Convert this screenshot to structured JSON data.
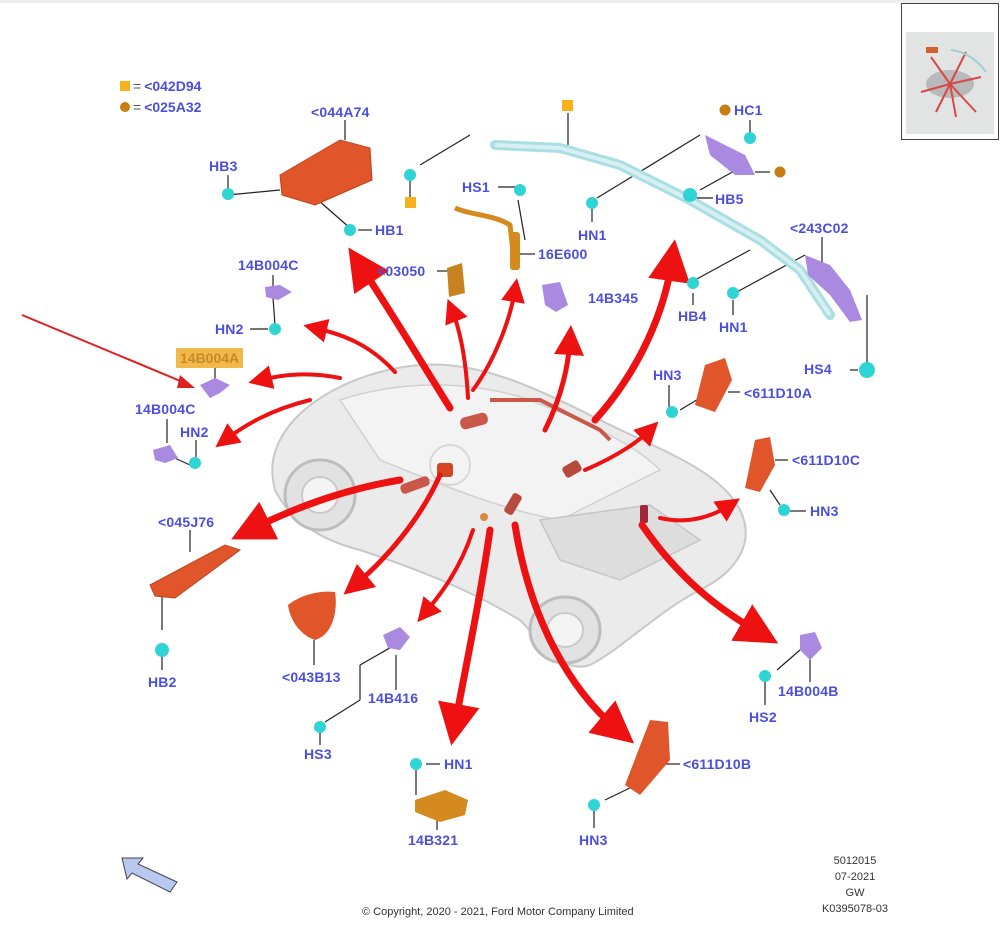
{
  "legend": [
    {
      "shape": "square",
      "color": "#f7b21b",
      "equals": "=",
      "code": "<042D94"
    },
    {
      "shape": "circle",
      "color": "#c87c14",
      "equals": "=",
      "code": "<025A32"
    }
  ],
  "labels": {
    "l044A74": "<044A74",
    "hb3": "HB3",
    "hb1": "HB1",
    "hs1": "HS1",
    "e16600": "16E600",
    "l03050": "<03050",
    "l14B345": "14B345",
    "hn1_top": "HN1",
    "hc1": "HC1",
    "hb5": "HB5",
    "l243C02": "<243C02",
    "hb4": "HB4",
    "hn1_right": "HN1",
    "hs4": "HS4",
    "l14B004C_top": "14B004C",
    "hn2_top": "HN2",
    "l14B004A": "14B004A",
    "l14B004C_bottom": "14B004C",
    "hn2_bottom": "HN2",
    "hn3_a": "HN3",
    "l611D10A": "<611D10A",
    "l611D10C": "<611D10C",
    "hn3_c": "HN3",
    "l045J76": "<045J76",
    "hb2": "HB2",
    "l043B13": "<043B13",
    "l14B416": "14B416",
    "hs3": "HS3",
    "hn1_bottom": "HN1",
    "l14B321": "14B321",
    "l611D10B": "<611D10B",
    "hn3_b": "HN3",
    "l14B004B": "14B004B",
    "hs2": "HS2"
  },
  "highlighted_part": "14B004A",
  "colors": {
    "label": "#4a4fe0",
    "arrow": "#ee1111",
    "airbag": "#e0562a",
    "fastener": "#2fd4d4",
    "sensor": "#a98ae0",
    "module": "#d48a1e",
    "highlight": "#f2b94a"
  },
  "footer": {
    "copyright": "© Copyright, 2020 - 2021, Ford Motor Company Limited",
    "code1": "5012015",
    "date": "07-2021",
    "region": "GW",
    "ref": "K0395078-03"
  }
}
